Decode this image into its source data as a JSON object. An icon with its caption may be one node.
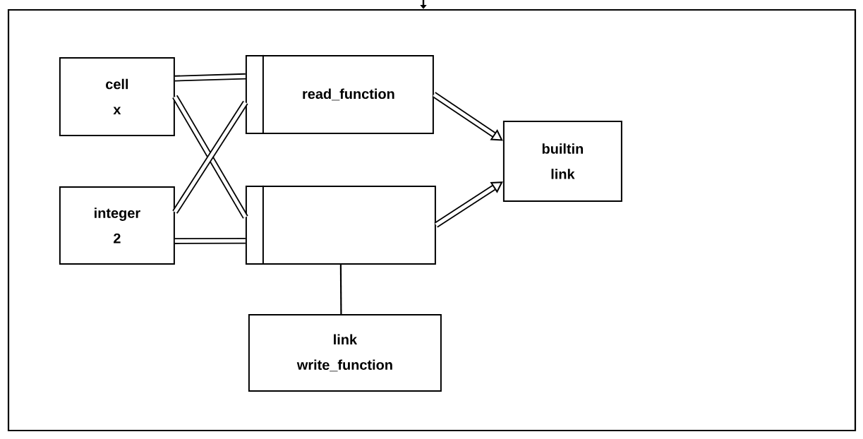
{
  "diagram": {
    "nodes": [
      {
        "text": [],
        "shape": "box"
      },
      {
        "text": [
          "cell",
          "x"
        ],
        "in": 0
      },
      {
        "text": [
          "integer",
          "2"
        ],
        "in": 0
      },
      {
        "text": [
          "read_function"
        ],
        "in": 0
      },
      {
        "text": [],
        "shape": "box",
        "in": 0
      },
      {
        "text": [
          "builtin",
          "link"
        ],
        "in": 0
      },
      {
        "text": [
          "link",
          "write_function"
        ],
        "in": 0
      }
    ],
    "edges": [
      {
        "from": null,
        "to": 0,
        "arrow": "to"
      },
      {
        "from": 1,
        "to": 3,
        "arrow": "none"
      },
      {
        "from": 1,
        "to": 4,
        "arrow": "none"
      },
      {
        "from": 2,
        "to": 3,
        "arrow": "none"
      },
      {
        "from": 2,
        "to": 4,
        "arrow": "none"
      },
      {
        "from": 3,
        "to": 5,
        "arrow": "to"
      },
      {
        "from": 4,
        "to": 5,
        "arrow": "to"
      },
      {
        "from": 4,
        "to": 6,
        "arrow": "none"
      }
    ]
  }
}
